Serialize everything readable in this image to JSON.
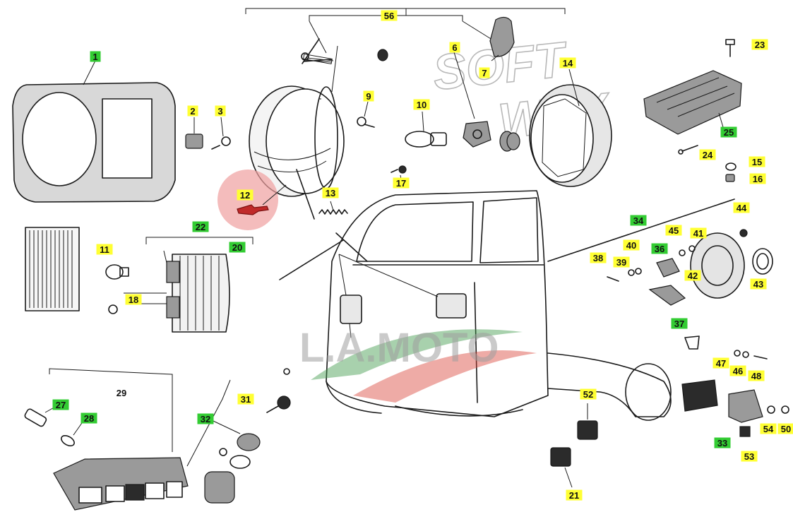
{
  "watermarks": {
    "brand": "L.A.MOTO",
    "soft_way_line1": "SOFT",
    "soft_way_line2": "WAY"
  },
  "colors": {
    "yellow_label": "#ffff33",
    "green_label": "#33cc33",
    "highlight_circle": "#f0a0a0",
    "watermark_red": "#d9453a",
    "watermark_green": "#3d9a4a"
  },
  "callouts": [
    {
      "id": "c1",
      "label": "1",
      "highlight": "green"
    },
    {
      "id": "c2",
      "label": "2",
      "highlight": "yellow"
    },
    {
      "id": "c3",
      "label": "3",
      "highlight": "yellow"
    },
    {
      "id": "c6",
      "label": "6",
      "highlight": "yellow"
    },
    {
      "id": "c7",
      "label": "7",
      "highlight": "yellow"
    },
    {
      "id": "c9",
      "label": "9",
      "highlight": "yellow"
    },
    {
      "id": "c10",
      "label": "10",
      "highlight": "yellow"
    },
    {
      "id": "c11",
      "label": "11",
      "highlight": "yellow"
    },
    {
      "id": "c12",
      "label": "12",
      "highlight": "yellow"
    },
    {
      "id": "c13",
      "label": "13",
      "highlight": "yellow"
    },
    {
      "id": "c14",
      "label": "14",
      "highlight": "yellow"
    },
    {
      "id": "c15",
      "label": "15",
      "highlight": "yellow"
    },
    {
      "id": "c16",
      "label": "16",
      "highlight": "yellow"
    },
    {
      "id": "c17",
      "label": "17",
      "highlight": "yellow"
    },
    {
      "id": "c18",
      "label": "18",
      "highlight": "yellow"
    },
    {
      "id": "c20",
      "label": "20",
      "highlight": "green"
    },
    {
      "id": "c21",
      "label": "21",
      "highlight": "yellow"
    },
    {
      "id": "c22",
      "label": "22",
      "highlight": "green"
    },
    {
      "id": "c23",
      "label": "23",
      "highlight": "yellow"
    },
    {
      "id": "c24",
      "label": "24",
      "highlight": "yellow"
    },
    {
      "id": "c25",
      "label": "25",
      "highlight": "green"
    },
    {
      "id": "c27",
      "label": "27",
      "highlight": "green"
    },
    {
      "id": "c28",
      "label": "28",
      "highlight": "green"
    },
    {
      "id": "c29",
      "label": "29",
      "highlight": "none"
    },
    {
      "id": "c31",
      "label": "31",
      "highlight": "yellow"
    },
    {
      "id": "c32",
      "label": "32",
      "highlight": "green"
    },
    {
      "id": "c33",
      "label": "33",
      "highlight": "green"
    },
    {
      "id": "c34",
      "label": "34",
      "highlight": "green"
    },
    {
      "id": "c36",
      "label": "36",
      "highlight": "green"
    },
    {
      "id": "c37",
      "label": "37",
      "highlight": "green"
    },
    {
      "id": "c38",
      "label": "38",
      "highlight": "yellow"
    },
    {
      "id": "c39",
      "label": "39",
      "highlight": "yellow"
    },
    {
      "id": "c40",
      "label": "40",
      "highlight": "yellow"
    },
    {
      "id": "c41",
      "label": "41",
      "highlight": "yellow"
    },
    {
      "id": "c42",
      "label": "42",
      "highlight": "yellow"
    },
    {
      "id": "c43",
      "label": "43",
      "highlight": "yellow"
    },
    {
      "id": "c44",
      "label": "44",
      "highlight": "yellow"
    },
    {
      "id": "c45",
      "label": "45",
      "highlight": "yellow"
    },
    {
      "id": "c46",
      "label": "46",
      "highlight": "yellow"
    },
    {
      "id": "c47",
      "label": "47",
      "highlight": "yellow"
    },
    {
      "id": "c48",
      "label": "48",
      "highlight": "yellow"
    },
    {
      "id": "c50",
      "label": "50",
      "highlight": "yellow"
    },
    {
      "id": "c52",
      "label": "52",
      "highlight": "yellow"
    },
    {
      "id": "c53",
      "label": "53",
      "highlight": "yellow"
    },
    {
      "id": "c54",
      "label": "54",
      "highlight": "yellow"
    },
    {
      "id": "c56",
      "label": "56",
      "highlight": "yellow"
    }
  ]
}
